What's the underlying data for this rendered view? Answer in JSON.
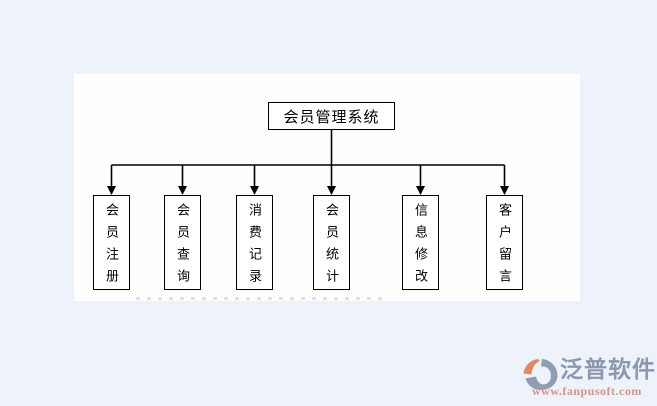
{
  "diagram": {
    "root": {
      "label": "会员管理系统"
    },
    "children": [
      {
        "label": "会员注册"
      },
      {
        "label": "会员查询"
      },
      {
        "label": "消费记录"
      },
      {
        "label": "会员统计"
      },
      {
        "label": "信息修改"
      },
      {
        "label": "客户留言"
      }
    ]
  },
  "watermark": {
    "brand": "泛普软件",
    "url": "www.fanpusoft.com",
    "brand_color": "#8b98ae",
    "url_color": "#d9947f",
    "logo_orange": "#df8a5f",
    "logo_blue": "#909eb4"
  },
  "colors": {
    "page_background": "#eef2fb",
    "content_background": "#fefefe",
    "line_color": "#000000"
  }
}
